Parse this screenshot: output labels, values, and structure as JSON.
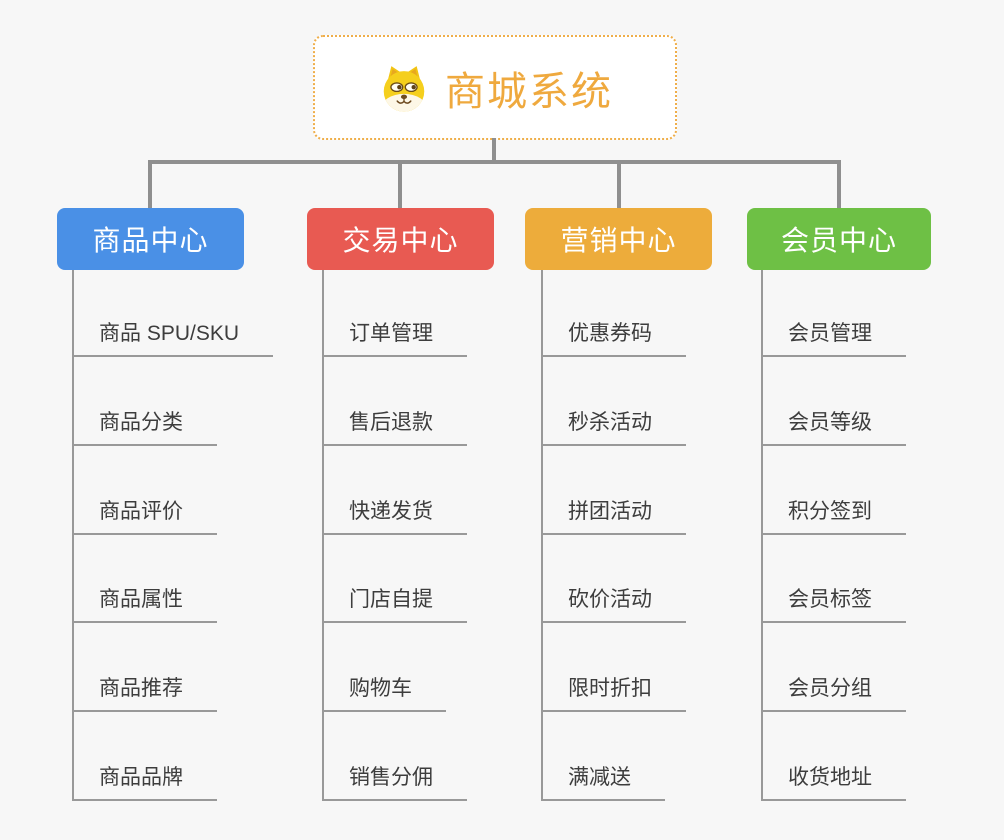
{
  "root": {
    "title": "商城系统",
    "icon": "dog-icon",
    "title_color": "#efa93e",
    "border_color": "#efae4a"
  },
  "connector_color": "#8f8f8f",
  "leaf_line_color": "#999999",
  "branches": [
    {
      "label": "商品中心",
      "color": "#4a90e6",
      "items": [
        "商品 SPU/SKU",
        "商品分类",
        "商品评价",
        "商品属性",
        "商品推荐",
        "商品品牌"
      ]
    },
    {
      "label": "交易中心",
      "color": "#e85a52",
      "items": [
        "订单管理",
        "售后退款",
        "快递发货",
        "门店自提",
        "购物车",
        "销售分佣"
      ]
    },
    {
      "label": "营销中心",
      "color": "#edac3b",
      "items": [
        "优惠券码",
        "秒杀活动",
        "拼团活动",
        "砍价活动",
        "限时折扣",
        "满减送"
      ]
    },
    {
      "label": "会员中心",
      "color": "#6ec045",
      "items": [
        "会员管理",
        "会员等级",
        "积分签到",
        "会员标签",
        "会员分组",
        "收货地址"
      ]
    }
  ]
}
